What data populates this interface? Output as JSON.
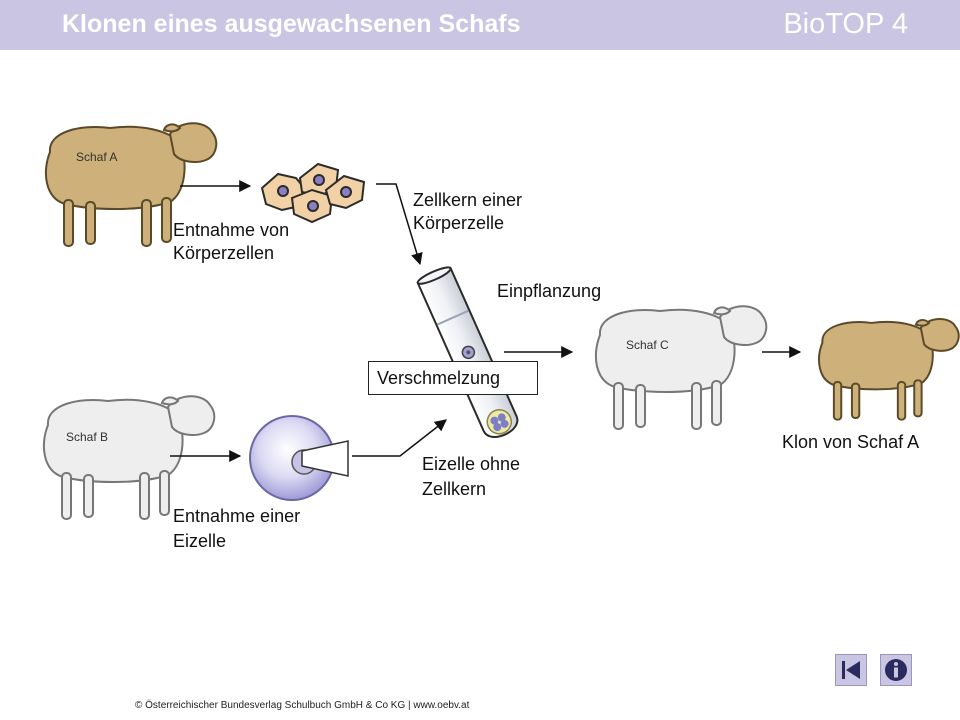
{
  "header": {
    "title": "Klonen eines ausgewachsenen Schafs",
    "brand": "BioTOP 4"
  },
  "labels": {
    "sheep_a": "Schaf A",
    "sheep_b": "Schaf B",
    "sheep_c": "Schaf C",
    "extract_body_cells_1": "Entnahme von",
    "extract_body_cells_2": "Körperzellen",
    "body_cell_nucleus_1": "Zellkern einer",
    "body_cell_nucleus_2": "Körperzelle",
    "implantation": "Einpflanzung",
    "fusion": "Verschmelzung",
    "egg_no_nucleus_1": "Eizelle ohne",
    "egg_no_nucleus_2": "Zellkern",
    "extract_egg_1": "Entnahme einer",
    "extract_egg_2": "Eizelle",
    "clone": "Klon von Schaf A"
  },
  "colors": {
    "header_bg": "#c9c5e3",
    "brown_wool": "#cdb07a",
    "white_wool": "#eeeeee",
    "body_cells": "#f1d1a5",
    "egg_cell": "#c8c6ec"
  },
  "icons": {
    "back": "back-to-start-icon",
    "info": "info-icon"
  },
  "footer": {
    "copyright": "© Österreichischer Bundesverlag Schulbuch GmbH & Co KG | www.oebv.at"
  }
}
